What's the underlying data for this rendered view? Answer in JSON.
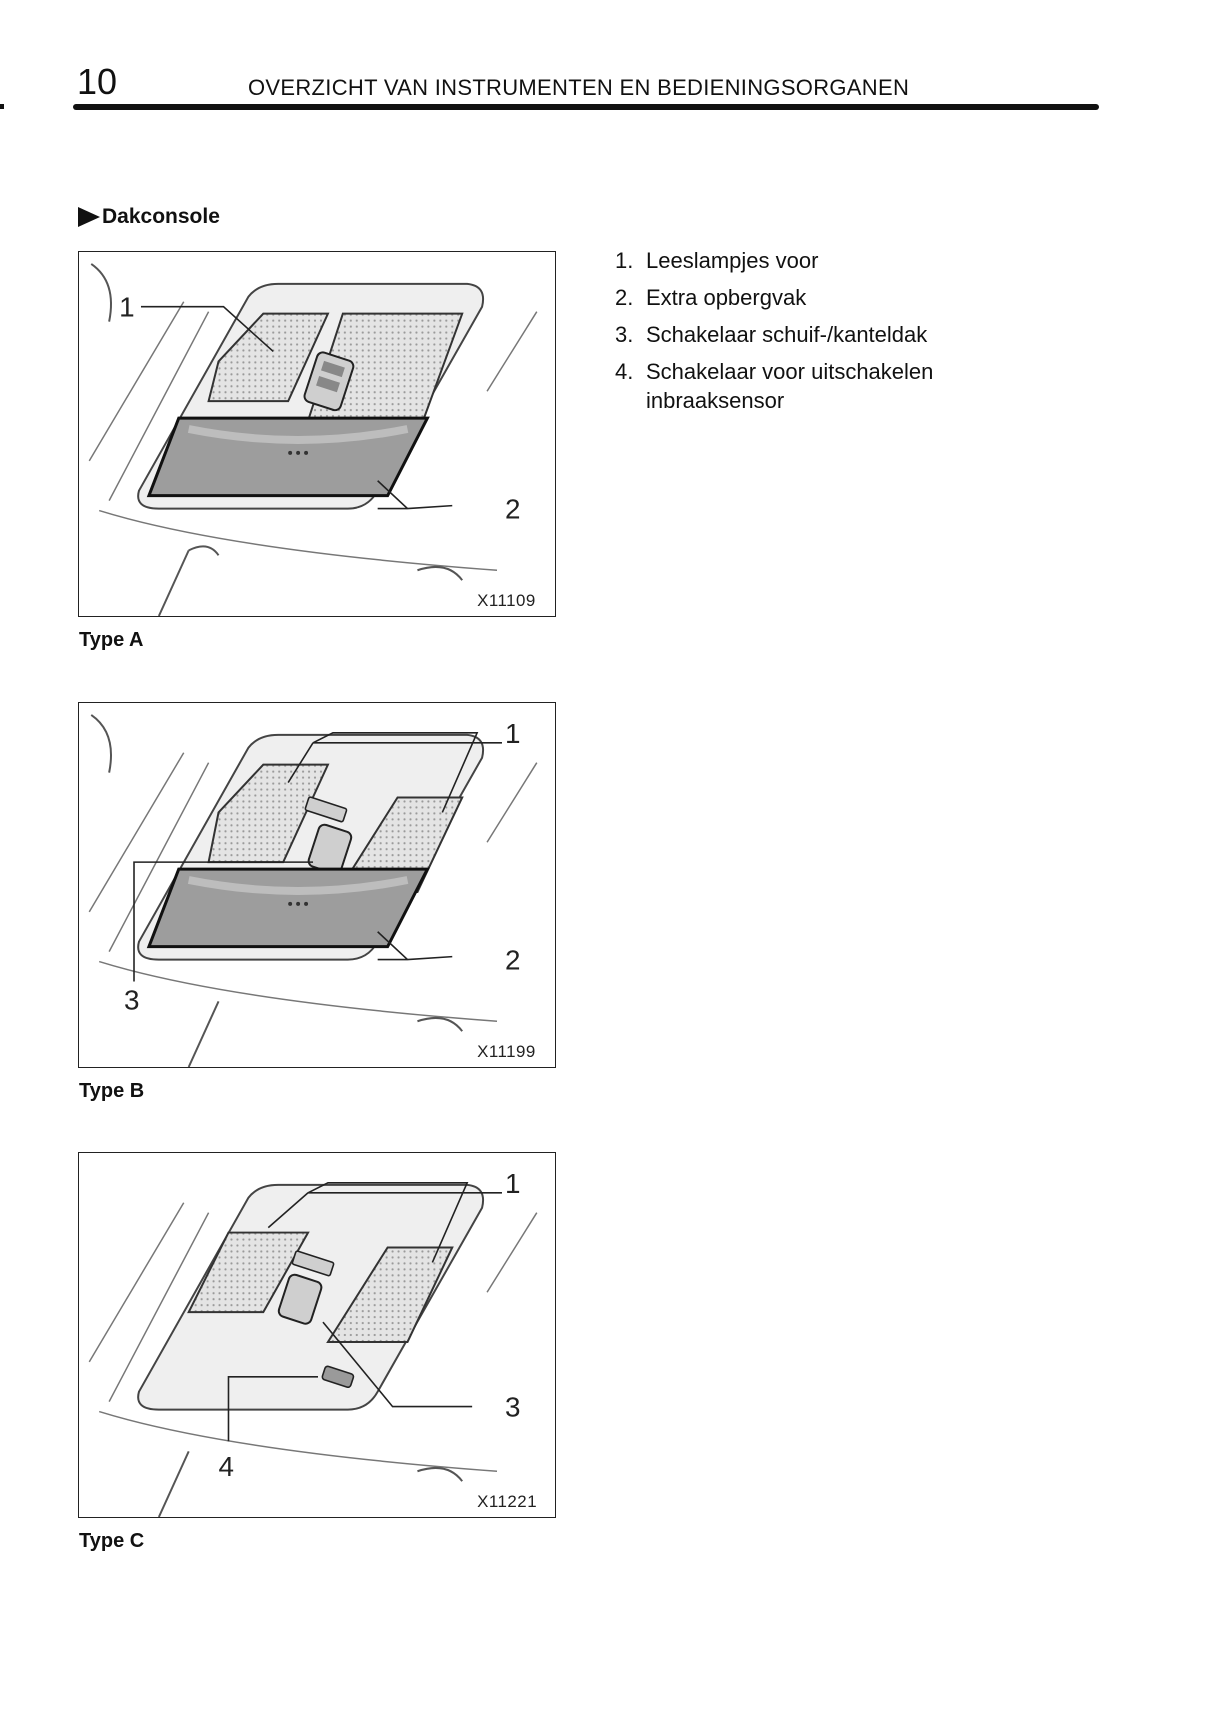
{
  "header": {
    "page_number": "10",
    "title": "OVERZICHT VAN INSTRUMENTEN EN BEDIENINGSORGANEN"
  },
  "section": {
    "title": "Dakconsole"
  },
  "figures": [
    {
      "code": "X11109",
      "caption": "Type A",
      "callouts": [
        "1",
        "2"
      ]
    },
    {
      "code": "X11199",
      "caption": "Type B",
      "callouts": [
        "1",
        "2",
        "3"
      ]
    },
    {
      "code": "X11221",
      "caption": "Type C",
      "callouts": [
        "1",
        "3",
        "4"
      ]
    }
  ],
  "legend": [
    {
      "num": "1.",
      "text": "Leeslampjes voor"
    },
    {
      "num": "2.",
      "text": "Extra opbergvak"
    },
    {
      "num": "3.",
      "text": "Schakelaar schuif-/kanteldak"
    },
    {
      "num": "4.",
      "text": "Schakelaar voor uitschakelen inbraaksensor"
    }
  ]
}
